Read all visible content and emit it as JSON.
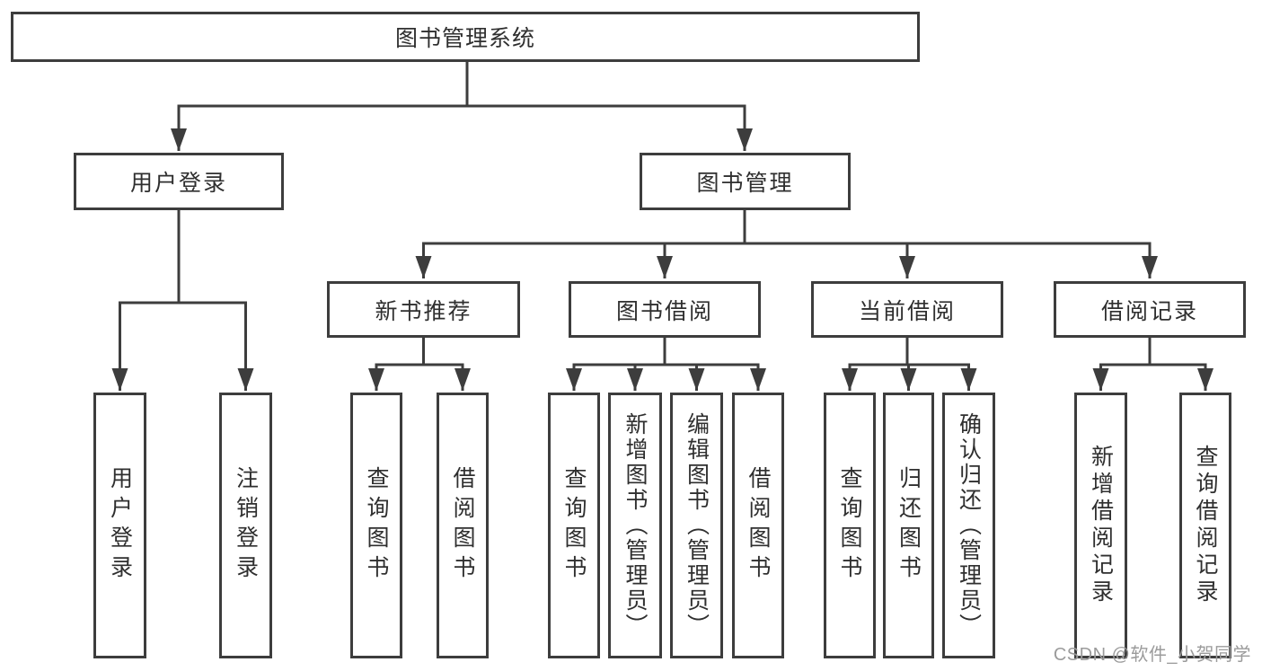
{
  "tree": {
    "root": "图书管理系统",
    "branches": {
      "user_login": {
        "label": "用户登录",
        "children": {
          "login": "用户登录",
          "logout": "注销登录"
        }
      },
      "book_mgmt": {
        "label": "图书管理",
        "children": {
          "new_books": {
            "label": "新书推荐",
            "children": {
              "query": "查询图书",
              "borrow": "借阅图书"
            }
          },
          "book_borrow": {
            "label": "图书借阅",
            "children": {
              "query": "查询图书",
              "add": "新增图书（管理员）",
              "edit": "编辑图书（管理员）",
              "borrow": "借阅图书"
            }
          },
          "current_borrow": {
            "label": "当前借阅",
            "children": {
              "query": "查询图书",
              "return": "归还图书",
              "confirm_return": "确认归还（管理员）"
            }
          },
          "borrow_records": {
            "label": "借阅记录",
            "children": {
              "add": "新增借阅记录",
              "query": "查询借阅记录"
            }
          }
        }
      }
    }
  },
  "watermark": "CSDN @软件_小贺同学",
  "colors": {
    "line": "#3d3d3d",
    "text": "#2f2f2f",
    "box_background": "#ffffff",
    "page_background": "#ffffff",
    "watermark": "#9b9b9b"
  }
}
